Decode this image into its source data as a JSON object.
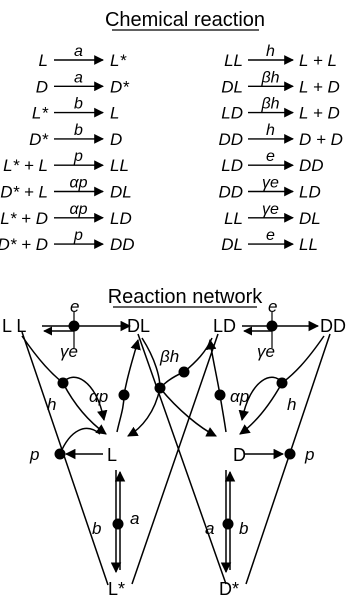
{
  "headings": {
    "reactions": "Chemical reaction",
    "network": "Reaction network"
  },
  "reactions_left": [
    {
      "lhs": "L",
      "rate": "a",
      "rhs": "L*"
    },
    {
      "lhs": "D",
      "rate": "a",
      "rhs": "D*"
    },
    {
      "lhs": "L*",
      "rate": "b",
      "rhs": "L"
    },
    {
      "lhs": "D*",
      "rate": "b",
      "rhs": "D"
    },
    {
      "lhs": "L* + L",
      "rate": "p",
      "rhs": "LL"
    },
    {
      "lhs": "D* + L",
      "rate": "αp",
      "rhs": "DL"
    },
    {
      "lhs": "L* + D",
      "rate": "αp",
      "rhs": "LD"
    },
    {
      "lhs": "D* + D",
      "rate": "p",
      "rhs": "DD"
    }
  ],
  "reactions_right": [
    {
      "lhs": "LL",
      "rate": "h",
      "rhs": "L + L"
    },
    {
      "lhs": "DL",
      "rate": "βh",
      "rhs": "L + D"
    },
    {
      "lhs": "LD",
      "rate": "βh",
      "rhs": "L + D"
    },
    {
      "lhs": "DD",
      "rate": "h",
      "rhs": "D + D"
    },
    {
      "lhs": "LD",
      "rate": "e",
      "rhs": "DD"
    },
    {
      "lhs": "DD",
      "rate": "γe",
      "rhs": "LD"
    },
    {
      "lhs": "LL",
      "rate": "γe",
      "rhs": "DL"
    },
    {
      "lhs": "DL",
      "rate": "e",
      "rhs": "LL"
    }
  ],
  "network": {
    "nodes": {
      "LL": "L L",
      "DL": "DL",
      "LD": "LD",
      "DD": "DD",
      "L": "L",
      "D": "D",
      "Lstar": "L*",
      "Dstar": "D*"
    },
    "rates": {
      "e_left": "e",
      "ge_left": "γe",
      "e_right": "e",
      "ge_right": "γe",
      "h_left": "h",
      "h_right": "h",
      "ap_left": "αp",
      "ap_right": "αp",
      "bh": "βh",
      "p_left": "p",
      "p_right": "p",
      "a_left": "a",
      "b_left": "b",
      "a_right": "a",
      "b_right": "b"
    }
  }
}
